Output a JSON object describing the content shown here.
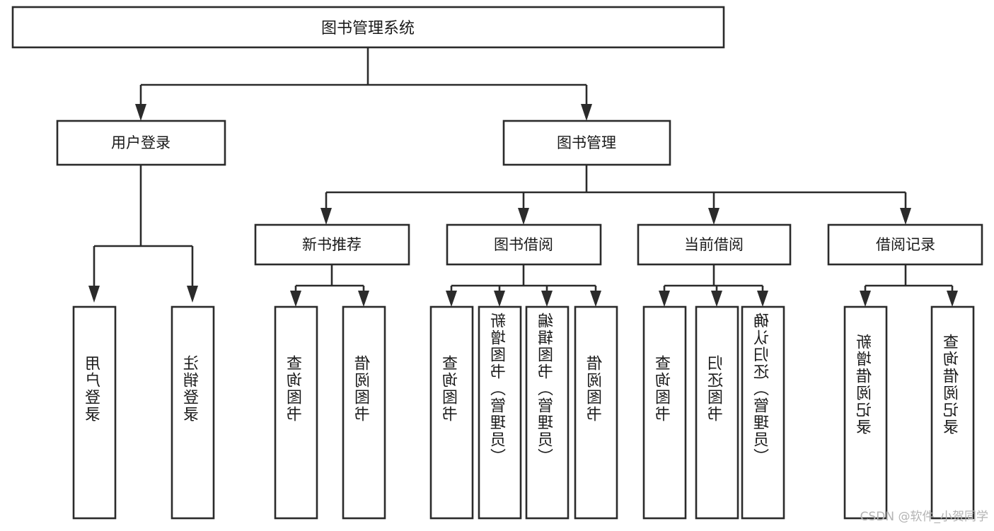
{
  "diagram": {
    "type": "tree",
    "title_node": {
      "label": "图书管理系统"
    },
    "level1": [
      {
        "label": "用户登录"
      },
      {
        "label": "图书管理"
      }
    ],
    "level2": [
      {
        "label": "新书推荐"
      },
      {
        "label": "图书借阅"
      },
      {
        "label": "当前借阅"
      },
      {
        "label": "借阅记录"
      }
    ],
    "leaves": {
      "user_login": [
        {
          "label": "用户登录"
        },
        {
          "label": "注销登录"
        }
      ],
      "new_book_recommend": [
        {
          "label": "查询图书"
        },
        {
          "label": "借阅图书"
        }
      ],
      "book_borrow": [
        {
          "label": "查询图书"
        },
        {
          "label": "新增图书（管理员）"
        },
        {
          "label": "编辑图书（管理员）"
        },
        {
          "label": "借阅图书"
        }
      ],
      "current_borrow": [
        {
          "label": "查询图书"
        },
        {
          "label": "归还图书"
        },
        {
          "label": "确认归还（管理员）"
        }
      ],
      "borrow_record": [
        {
          "label": "新增借阅记录"
        },
        {
          "label": "查询借阅记录"
        }
      ]
    },
    "watermark": "CSDN @软件_小贺同学",
    "colors": {
      "stroke": "#2b2b2b",
      "fill": "#ffffff",
      "text": "#1a1a1a",
      "watermark": "#b4b4b4"
    }
  }
}
